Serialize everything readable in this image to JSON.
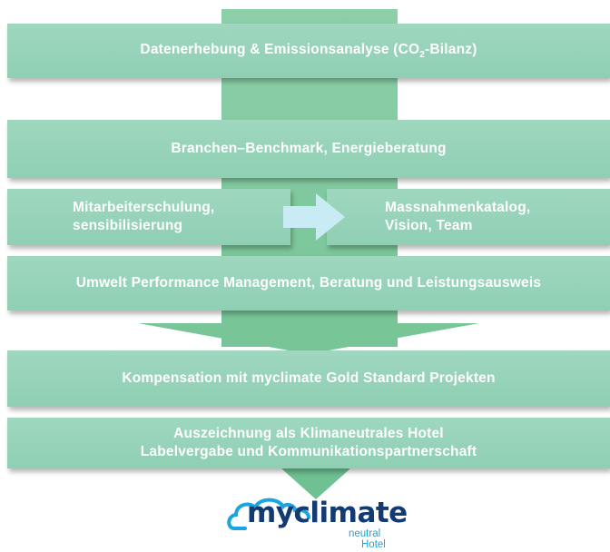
{
  "steps": {
    "step1": {
      "text": "Datenerhebung & Emissionsanalyse (CO",
      "subscript": "2",
      "suffix": "-Bilanz)"
    },
    "step2": {
      "text": "Branchen–Benchmark, Energieberatung"
    },
    "step3_left": {
      "line1": "Mitarbeiterschulung,",
      "line2": "sensibilisierung"
    },
    "step3_right": {
      "line1": "Massnahmenkatalog,",
      "line2": "Vision, Team"
    },
    "step4": {
      "text": "Umwelt Performance Management, Beratung und Leistungsausweis"
    },
    "step5": {
      "text": "Kompensation mit myclimate Gold Standard Projekten"
    },
    "step6": {
      "line1": "Auszeichnung als Klimaneutrales Hotel",
      "line2": "Labelvergabe und Kommunikationspartnerschaft"
    }
  },
  "logo": {
    "name": "myclimate",
    "sub1": "neutral",
    "sub2": "Hotel",
    "colors": {
      "text": "#123a73",
      "accent": "#1aa4e0"
    }
  },
  "colors": {
    "box": "#96d3b8",
    "spine": "#7fc79c",
    "arrow_light": "#c9ecf4"
  }
}
